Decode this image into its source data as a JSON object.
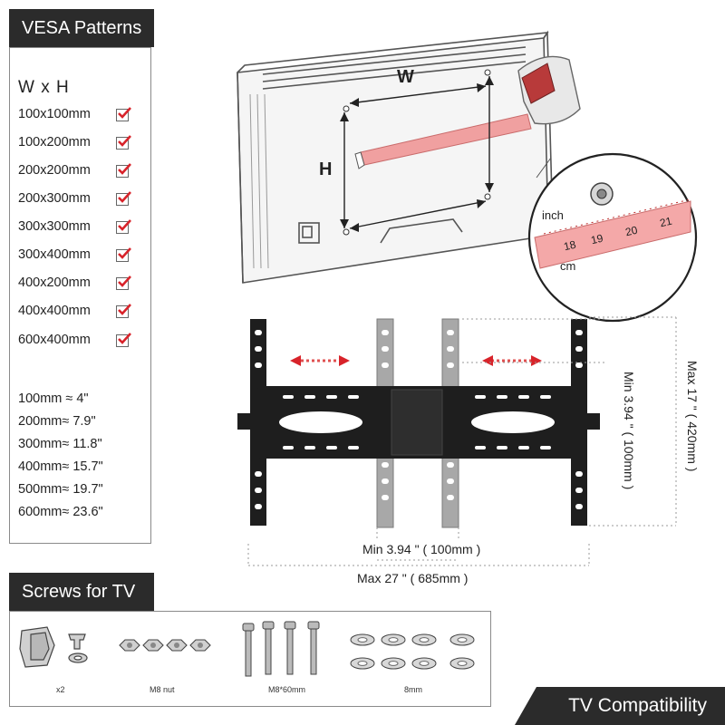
{
  "vesa": {
    "title": "VESA Patterns",
    "wxh": "W x H",
    "patterns": [
      "100x100mm",
      "100x200mm",
      "200x200mm",
      "200x300mm",
      "300x300mm",
      "300x400mm",
      "400x200mm",
      "400x400mm",
      "600x400mm"
    ],
    "conversions": [
      "100mm ≈ 4\"",
      "200mm≈ 7.9\"",
      "300mm≈ 11.8\"",
      "400mm≈ 15.7\"",
      "500mm≈ 19.7\"",
      "600mm≈ 23.6\""
    ]
  },
  "diagram": {
    "w_label": "W",
    "h_label": "H",
    "inch_label": "inch",
    "cm_label": "cm",
    "tape_numbers": [
      "18",
      "19",
      "20",
      "21"
    ],
    "min_width": "Min 3.94 \" ( 100mm )",
    "max_width": "Max 27 \" ( 685mm )",
    "min_height": "Min 3.94 \" ( 100mm )",
    "max_height": "Max 17 \" ( 420mm )"
  },
  "screws": {
    "title": "Screws for TV",
    "captions": [
      "x2",
      "M8 nut",
      "M8*60mm",
      "8mm"
    ]
  },
  "footer": {
    "compat": "TV Compatibility"
  },
  "colors": {
    "accent": "#d8232a",
    "header_bg": "#2b2b2b",
    "bracket": "#1e1e1e",
    "rail": "#9a9a9a"
  }
}
